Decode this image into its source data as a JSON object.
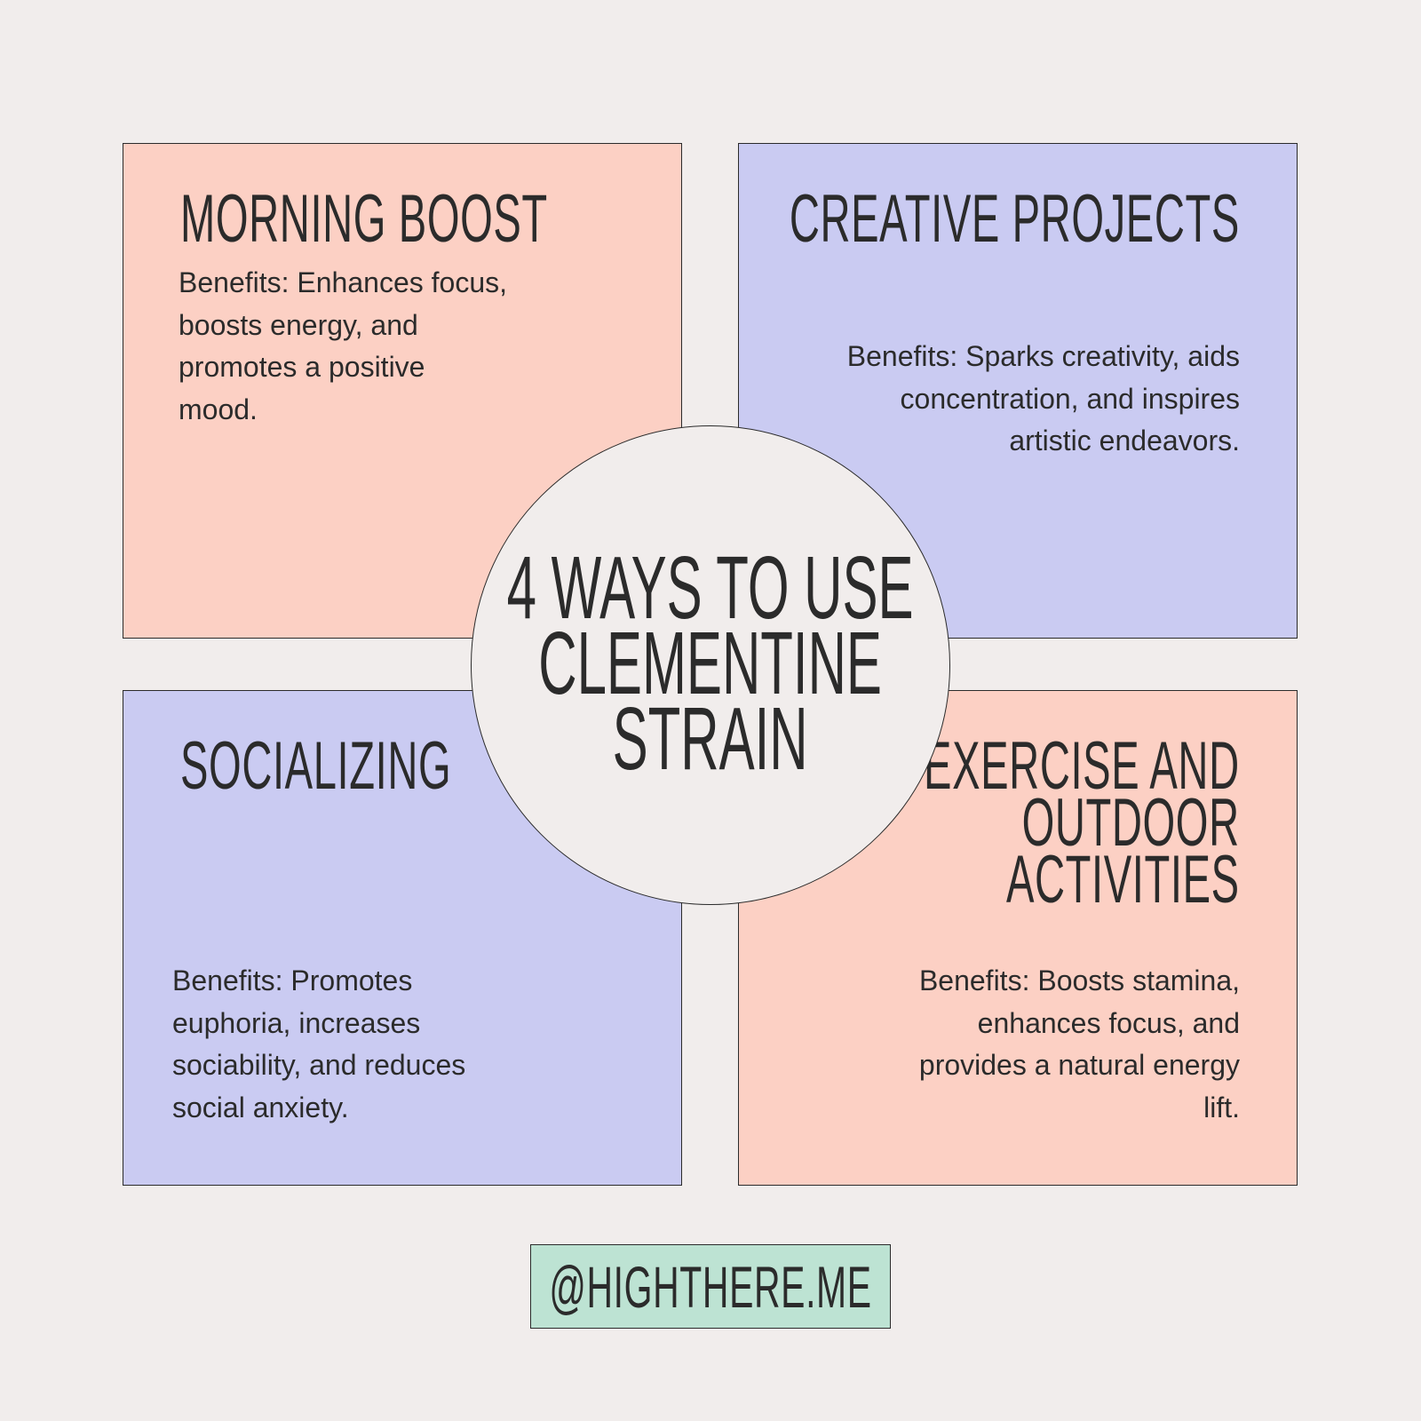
{
  "center_title": [
    "4 WAYS TO USE",
    "CLEMENTINE",
    "STRAIN"
  ],
  "cards": [
    {
      "title": [
        "MORNING BOOST"
      ],
      "body": [
        "Benefits: Enhances focus,",
        "boosts energy, and",
        "promotes a positive",
        "mood."
      ]
    },
    {
      "title": [
        "CREATIVE PROJECTS"
      ],
      "body": [
        "Benefits: Sparks creativity, aids",
        "concentration, and inspires",
        "artistic endeavors."
      ]
    },
    {
      "title": [
        "SOCIALIZING"
      ],
      "body": [
        "Benefits: Promotes",
        "euphoria, increases",
        "sociability, and reduces",
        "social anxiety."
      ]
    },
    {
      "title": [
        "EXERCISE AND",
        "OUTDOOR",
        "ACTIVITIES"
      ],
      "body": [
        "Benefits: Boosts stamina,",
        "enhances focus, and",
        "provides a natural energy",
        "lift."
      ]
    }
  ],
  "footer": {
    "handle": "@HIGHTHERE.ME"
  },
  "colors": {
    "background": "#f1edec",
    "peach": "#fcd0c4",
    "lavender": "#cacbf2",
    "mint": "#bde3d3",
    "text": "#2b2b2b"
  }
}
